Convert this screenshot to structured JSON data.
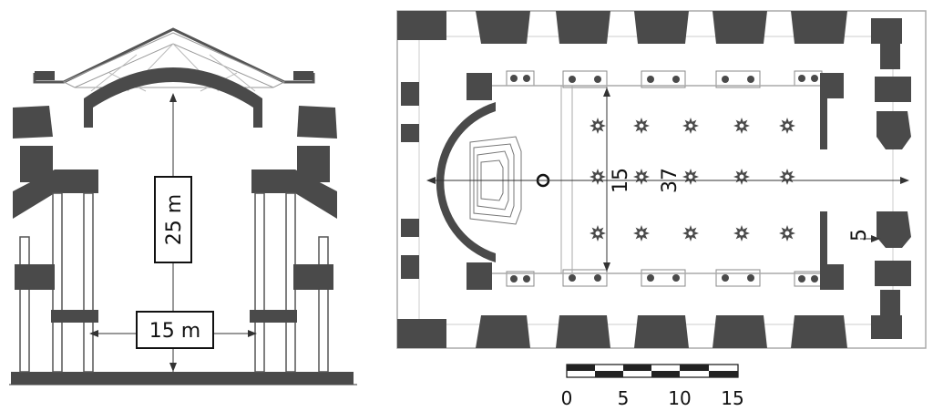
{
  "section": {
    "height_label": "25 m",
    "span_label": "15 m"
  },
  "plan": {
    "width_dim": "15",
    "length_dim": "37",
    "wall_dim": "5"
  },
  "scale_bar": {
    "ticks": [
      "0",
      "5",
      "10",
      "15"
    ]
  },
  "colors": {
    "wall": "#4a4a4a",
    "outline": "#9a9a9a",
    "ink": "#111111"
  }
}
